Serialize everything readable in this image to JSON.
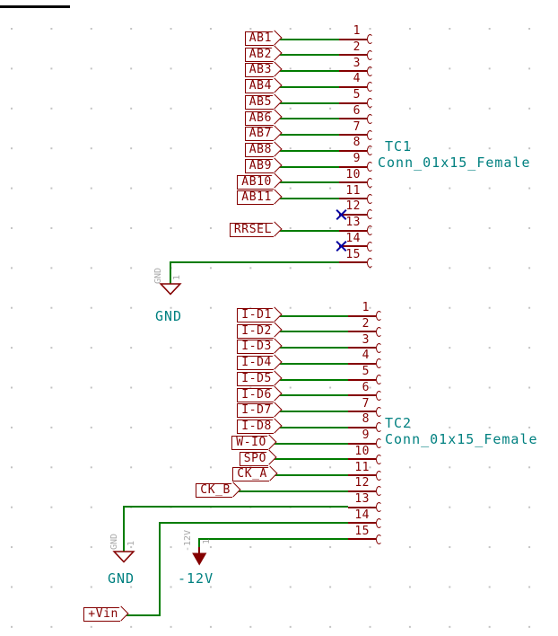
{
  "colors": {
    "wire": "#007c00",
    "device": "#840000",
    "field": "#008080",
    "noconnect": "#0000a0",
    "hidden_pin": "#a8a8a8",
    "grid_dot": "#c3c3c3",
    "background": "#ffffff",
    "sheet_edge": "#000000"
  },
  "tc1": {
    "reference": "TC1",
    "value": "Conn_01x15_Female",
    "pins": [
      {
        "num": "1",
        "label": "AB1"
      },
      {
        "num": "2",
        "label": "AB2"
      },
      {
        "num": "3",
        "label": "AB3"
      },
      {
        "num": "4",
        "label": "AB4"
      },
      {
        "num": "5",
        "label": "AB5"
      },
      {
        "num": "6",
        "label": "AB6"
      },
      {
        "num": "7",
        "label": "AB7"
      },
      {
        "num": "8",
        "label": "AB8"
      },
      {
        "num": "9",
        "label": "AB9"
      },
      {
        "num": "10",
        "label": "AB10"
      },
      {
        "num": "11",
        "label": "AB11"
      },
      {
        "num": "12",
        "nc": true
      },
      {
        "num": "13",
        "label": "RRSEL"
      },
      {
        "num": "14",
        "nc": true
      },
      {
        "num": "15"
      }
    ]
  },
  "tc2": {
    "reference": "TC2",
    "value": "Conn_01x15_Female",
    "pins": [
      {
        "num": "1",
        "label": "I-D1"
      },
      {
        "num": "2",
        "label": "I-D2"
      },
      {
        "num": "3",
        "label": "I-D3"
      },
      {
        "num": "4",
        "label": "I-D4"
      },
      {
        "num": "5",
        "label": "I-D5"
      },
      {
        "num": "6",
        "label": "I-D6"
      },
      {
        "num": "7",
        "label": "I-D7"
      },
      {
        "num": "8",
        "label": "I-D8"
      },
      {
        "num": "9",
        "label": "W-IO"
      },
      {
        "num": "10",
        "label": "SPO"
      },
      {
        "num": "11",
        "label": "CK_A"
      },
      {
        "num": "12",
        "label": "CK_B"
      },
      {
        "num": "13"
      },
      {
        "num": "14"
      },
      {
        "num": "15"
      }
    ]
  },
  "power": {
    "gnd_top": {
      "net": "GND",
      "hidden_pin_name": "GND",
      "hidden_pin_num": "1"
    },
    "gnd_bottom": {
      "net": "GND",
      "hidden_pin_name": "GND",
      "hidden_pin_num": "1"
    },
    "neg12": {
      "net": "-12V",
      "hidden_pin_name": "-12V",
      "hidden_pin_num": "1"
    }
  },
  "vin": {
    "label": "+Vin"
  }
}
